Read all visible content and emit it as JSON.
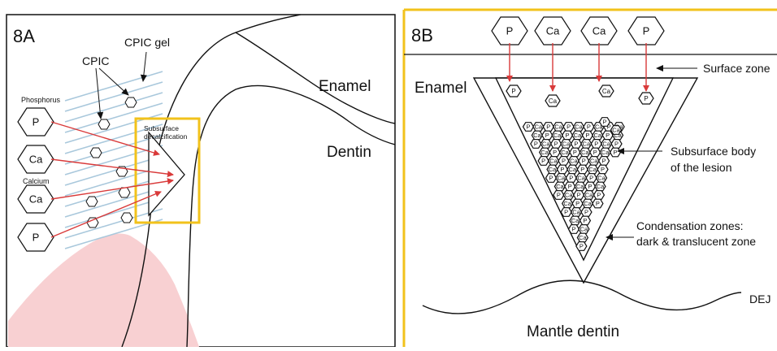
{
  "panel_a": {
    "label": "8A",
    "cpic_gel_label": "CPIC gel",
    "cpic_label": "CPIC",
    "enamel_label": "Enamel",
    "dentin_label": "Dentin",
    "subsurface_label_line1": "Subsurface",
    "subsurface_label_line2": "decalcification",
    "phosphorus_label": "Phosphorus",
    "calcium_label": "Calcium",
    "ions": [
      "P",
      "Ca",
      "Ca",
      "P"
    ]
  },
  "panel_b": {
    "label": "8B",
    "enamel_label": "Enamel",
    "top_ions": [
      "P",
      "Ca",
      "Ca",
      "P"
    ],
    "small_ions": [
      "P",
      "Ca",
      "Ca",
      "P"
    ],
    "surface_zone_label": "Surface zone",
    "subsurface_body_line1": "Subsurface body",
    "subsurface_body_line2": "of the lesion",
    "condensation_line1": "Condensation zones:",
    "condensation_line2": "dark & translucent zone",
    "dej_label": "DEJ",
    "mantle_dentin_label": "Mantle dentin",
    "cluster_ions": [
      "P",
      "Ca"
    ]
  },
  "colors": {
    "arrow": "#d93a3a",
    "highlight_box": "#f2c21b",
    "gel_lines": "#a9c8dc",
    "pulp": "#f8d0d2"
  }
}
